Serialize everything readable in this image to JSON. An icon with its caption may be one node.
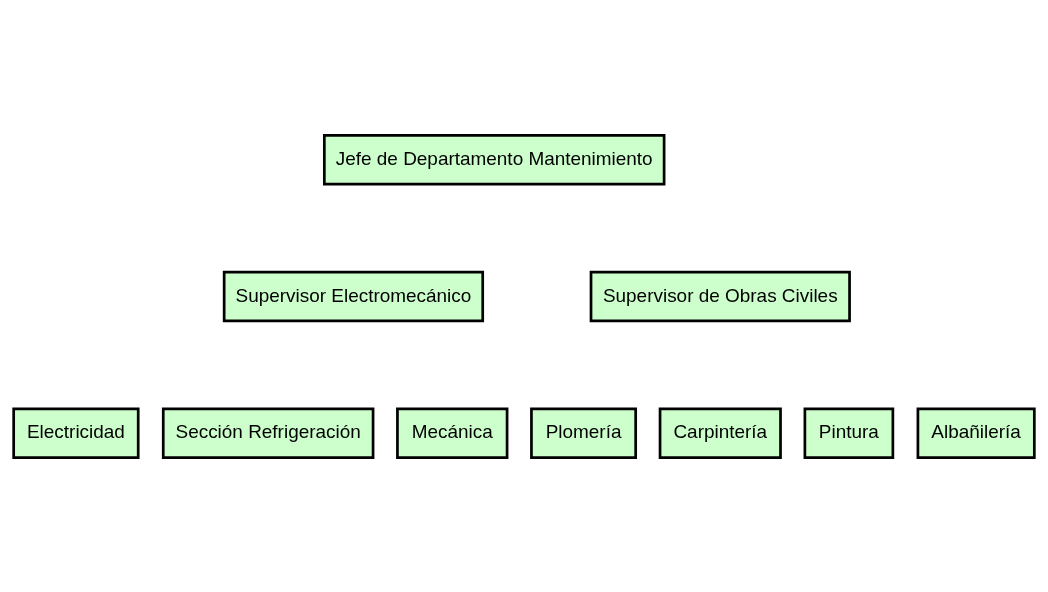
{
  "diagram": {
    "nodes": [
      {
        "text": [
          "Jefe de Departamento Mantenimiento"
        ]
      },
      {
        "text": [
          "Supervisor Electromecánico"
        ]
      },
      {
        "text": [
          "Supervisor de Obras Civiles"
        ]
      },
      {
        "text": [
          "Electricidad"
        ]
      },
      {
        "text": [
          "Sección Refrigeración"
        ]
      },
      {
        "text": [
          "Mecánica"
        ]
      },
      {
        "text": [
          "Plomería"
        ]
      },
      {
        "text": [
          "Carpintería"
        ]
      },
      {
        "text": [
          "Pintura"
        ]
      },
      {
        "text": [
          "Albañilería"
        ]
      }
    ]
  }
}
